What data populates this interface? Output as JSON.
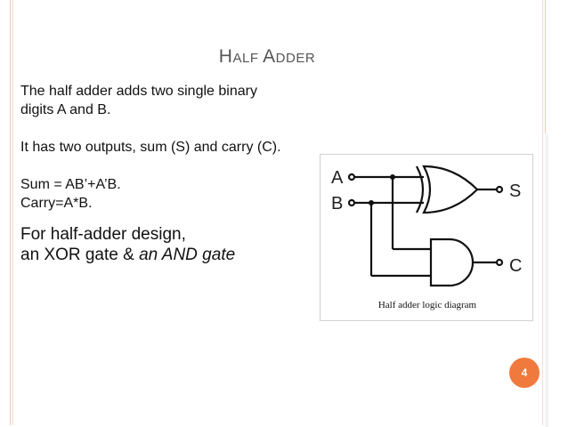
{
  "slide": {
    "title_first": "H",
    "title_rest1": "ALF ",
    "title_second": "A",
    "title_rest2": "DDER",
    "para1": "The half adder adds two single binary digits A and B.",
    "para2": "It has two outputs, sum (S) and carry (C).",
    "sum_eq": "Sum = AB’+A’B.",
    "carry_eq": "Carry=A*B.",
    "design_line1": "For half-adder design,",
    "design_line2_prefix": "an XOR gate & ",
    "design_line2_italic": "an AND gate",
    "page_number": "4"
  },
  "diagram": {
    "input_a": "A",
    "input_b": "B",
    "output_s": "S",
    "output_c": "C",
    "caption": "Half adder logic diagram"
  },
  "colors": {
    "accent": "#f0793d",
    "frame": "#f2c7b8",
    "title": "#555555"
  }
}
